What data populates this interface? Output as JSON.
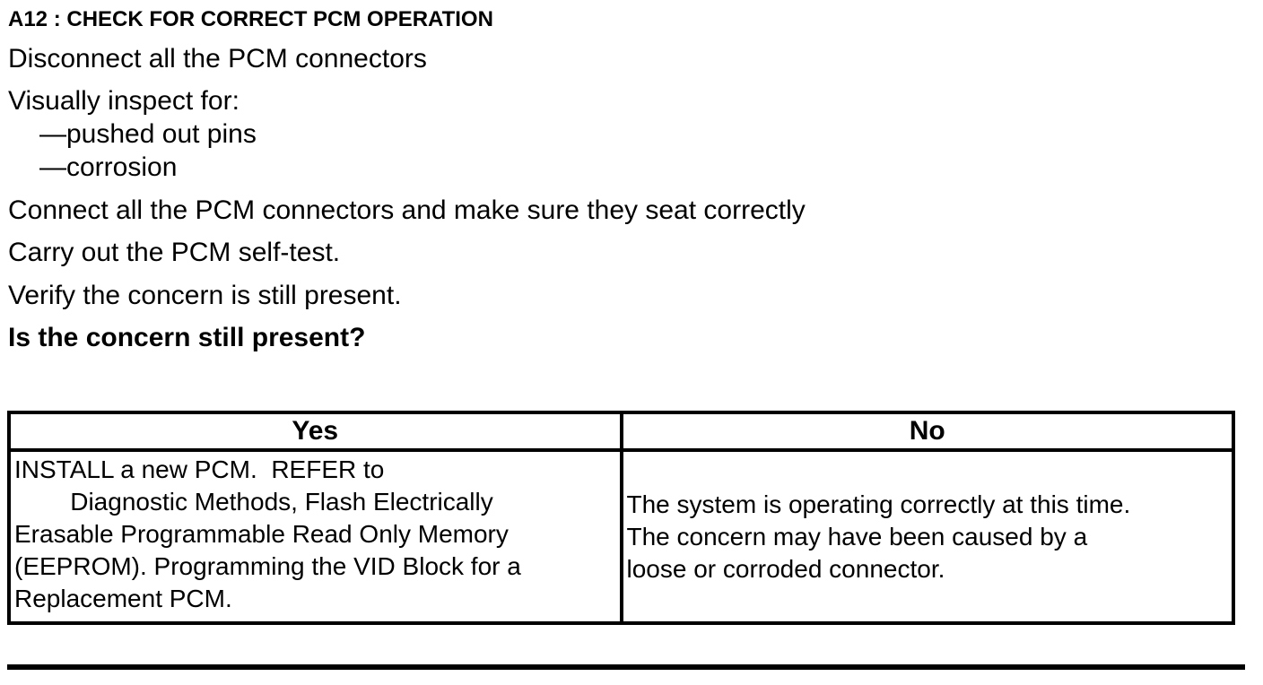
{
  "colors": {
    "text": "#000000",
    "background": "#ffffff",
    "border": "#000000"
  },
  "procedure": {
    "title": "A12 : CHECK FOR CORRECT PCM OPERATION",
    "steps": [
      "Disconnect all the PCM connectors",
      "Visually inspect for:",
      "—pushed out pins",
      "—corrosion",
      "Connect all the PCM connectors and make sure they seat correctly",
      "Carry out the PCM self-test.",
      "Verify the concern is still present."
    ],
    "question": "Is the concern still present?"
  },
  "decision_table": {
    "headers": {
      "yes": "Yes",
      "no": "No"
    },
    "yes_result": "INSTALL a new PCM.  REFER to\n        Diagnostic Methods, Flash Electrically\nErasable Programmable Read Only Memory\n(EEPROM). Programming the VID Block for a\nReplacement PCM.",
    "no_result": "The system is operating correctly at this time.\nThe concern may have been caused by a\nloose or corroded connector."
  }
}
